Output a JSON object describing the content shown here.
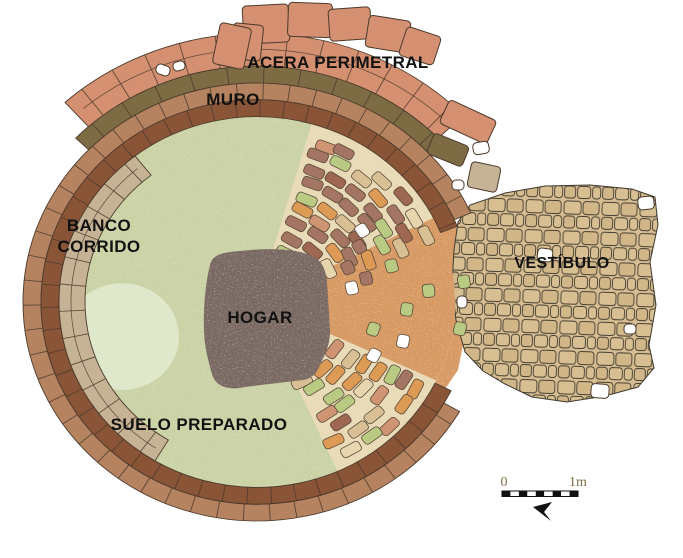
{
  "labels": {
    "acera": "ACERA PERIMETRAL",
    "muro": "MURO",
    "banco_line1": "BANCO",
    "banco_line2": "CORRIDO",
    "hogar": "HOGAR",
    "suelo": "SUELO PREPARADO",
    "vestibulo": "VESTÍBULO"
  },
  "scale_bar": {
    "start": "0",
    "end": "1m",
    "segments": 9,
    "color_a": "#111111",
    "color_b": "#ffffff"
  },
  "icons": {
    "north_arrow": "northwest-dart"
  },
  "colors": {
    "wall_outer": "#b5835f",
    "wall_inner": "#8a5437",
    "muro_band": "#7d6b44",
    "acera_stone": "#d49070",
    "banco_stone": "#c6b294",
    "floor_green": "#cbd3a6",
    "floor_light": "#e0e8cc",
    "hogar_fill": "#7a6b64",
    "wedge_orange": "#d89a64",
    "paving_cream": "#e9dab8",
    "vestibulo_tan": "#d6bc90",
    "vestibulo_tile_a": "#d8bf92",
    "vestibulo_tile_b": "#d1b687",
    "stone_outline": "#4a3a2c",
    "white_stone": "#ffffff",
    "stone_palette": [
      "#a37562",
      "#dc9a55",
      "#b9ca82",
      "#d9c094",
      "#a37562",
      "#cf9472",
      "#b9ca82",
      "#9d6751",
      "#dc9a55",
      "#d9c094",
      "#e7d5ae",
      "#a37562"
    ],
    "scale_text": "#7c6f45",
    "label_text": "#111111"
  }
}
